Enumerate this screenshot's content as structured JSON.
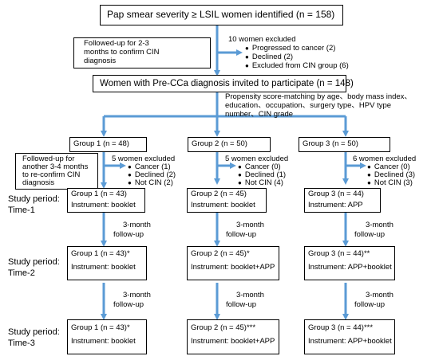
{
  "top_box": "Pap smear severity ≥ LSIL women identified (n = 158)",
  "followup_note_1": [
    "Followed-up for 2-3",
    "months to confirm CIN",
    "diagnosis"
  ],
  "excluded_1": {
    "title": "10 women excluded",
    "items": [
      "Progressed to cancer (2)",
      "Declined (2)",
      "Excluded from CIN group (6)"
    ]
  },
  "invited_box": "Women with Pre-CCa diagnosis invited to participate (n = 148)",
  "matching_note": [
    "Propensity score-matching by age、body mass index、",
    "education、occupation、surgery type、HPV type",
    "number、CIN grade"
  ],
  "followup_note_2": [
    "Followed-up for",
    "another 3-4 months",
    "to re-confirm CIN",
    "diagnosis"
  ],
  "groups": [
    {
      "header": "Group 1 (n = 48)",
      "excluded": {
        "title": "5 women excluded",
        "items": [
          "Cancer (1)",
          "Declined (2)",
          "Not CIN (2)"
        ]
      },
      "t1": [
        "Group 1 (n = 43)",
        "Instrument: booklet"
      ],
      "t2": [
        "Group 1 (n = 43)*",
        "Instrument: booklet"
      ],
      "t3": [
        "Group 1 (n = 43)*",
        "Instrument: booklet"
      ]
    },
    {
      "header": "Group 2 (n = 50)",
      "excluded": {
        "title": "5 women excluded",
        "items": [
          "Cancer (0)",
          "Declined (1)",
          "Not CIN (4)"
        ]
      },
      "t1": [
        "Group 2 (n = 45)",
        "Instrument: booklet"
      ],
      "t2": [
        "Group 2 (n = 45)*",
        "Instrument: booklet+APP"
      ],
      "t3": [
        "Group 2 (n = 45)***",
        "Instrument: booklet+APP"
      ]
    },
    {
      "header": "Group 3 (n = 50)",
      "excluded": {
        "title": "6 women excluded",
        "items": [
          "Cancer (0)",
          "Declined (3)",
          "Not CIN (3)"
        ]
      },
      "t1": [
        "Group 3 (n = 44)",
        "Instrument: APP"
      ],
      "t2": [
        "Group 3 (n = 44)**",
        "Instrument: APP+booklet"
      ],
      "t3": [
        "Group 3 (n = 44)***",
        "Instrument: APP+booklet"
      ]
    }
  ],
  "followup_label": [
    "3-month",
    "follow-up"
  ],
  "periods": [
    [
      "Study period:",
      "Time-1"
    ],
    [
      "Study period:",
      "Time-2"
    ],
    [
      "Study period:",
      "Time-3"
    ]
  ],
  "colors": {
    "arrow": "#5b9bd5",
    "border": "#000000"
  }
}
